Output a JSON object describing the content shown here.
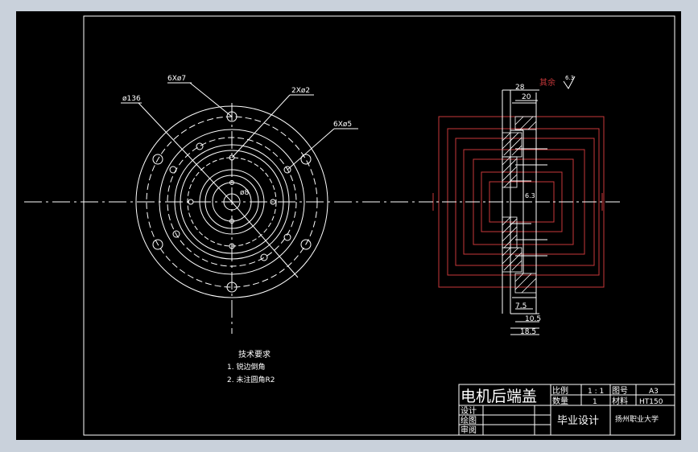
{
  "colors": {
    "window_bg": "#c9d1db",
    "sheet_bg": "#000000",
    "line": "#ffffff",
    "dim_red": "#c8383a"
  },
  "front_view": {
    "label_outer_dia": "ø136",
    "label_6x7": "6Xø7",
    "label_2x2": "2Xø2",
    "label_6x5": "6Xø5",
    "label_center": "ø8"
  },
  "section_view": {
    "dim_28": "28",
    "dim_20": "20",
    "roughness_note": "其余",
    "roughness_value": "6.3",
    "dim_75": "7.5",
    "dim_105": "10.5",
    "dim_185": "18.5",
    "dim_63": "6.3"
  },
  "notes": {
    "title": "技术要求",
    "item1": "1.  锐边倒角",
    "item2": "2.  未注圆角R2"
  },
  "title_block": {
    "part_name": "电机后端盖",
    "scale_label": "比例",
    "scale_value": "1 : 1",
    "drawing_no_label": "图号",
    "drawing_no_value": "A3",
    "qty_label": "数量",
    "qty_value": "1",
    "material_label": "材料",
    "material_value": "HT150",
    "design_label": "设计",
    "draw_label": "绘图",
    "review_label": "审阅",
    "project": "毕业设计",
    "school": "扬州职业大学"
  }
}
